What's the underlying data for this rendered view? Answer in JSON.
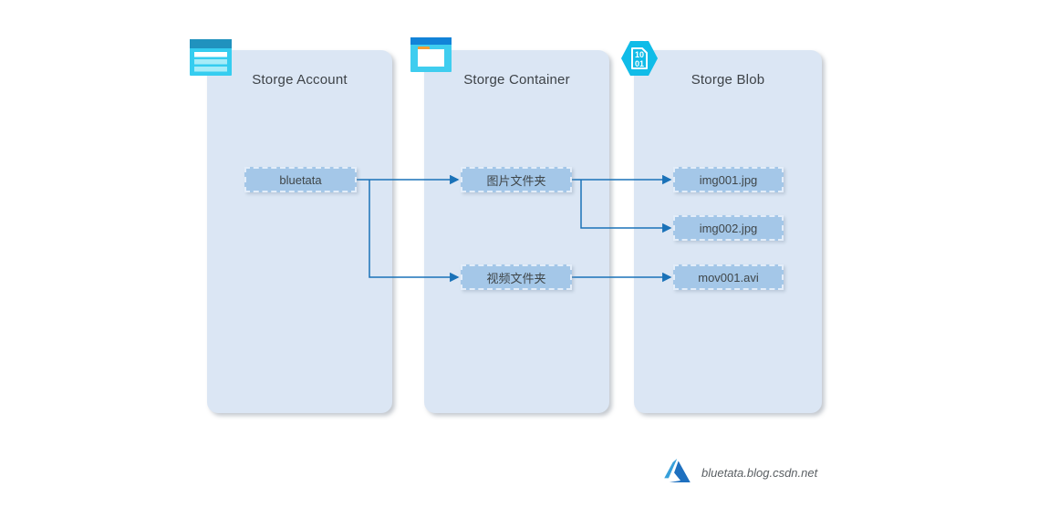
{
  "diagram": {
    "panels": [
      {
        "id": "storage-account",
        "title": "Storge Account",
        "icon": "storage-account-icon"
      },
      {
        "id": "storage-container",
        "title": "Storge Container",
        "icon": "container-folder-icon"
      },
      {
        "id": "storage-blob",
        "title": "Storge Blob",
        "icon": "blob-hexagon-icon"
      }
    ],
    "nodes": [
      {
        "id": "bluetata",
        "panel": "storage-account",
        "label": "bluetata"
      },
      {
        "id": "img-folder",
        "panel": "storage-container",
        "label": "图片文件夹"
      },
      {
        "id": "video-folder",
        "panel": "storage-container",
        "label": "视频文件夹"
      },
      {
        "id": "img001",
        "panel": "storage-blob",
        "label": "img001.jpg"
      },
      {
        "id": "img002",
        "panel": "storage-blob",
        "label": "img002.jpg"
      },
      {
        "id": "mov001",
        "panel": "storage-blob",
        "label": "mov001.avi"
      }
    ],
    "edges": [
      {
        "from": "bluetata",
        "to": "img-folder"
      },
      {
        "from": "bluetata",
        "to": "video-folder"
      },
      {
        "from": "img-folder",
        "to": "img001"
      },
      {
        "from": "img-folder",
        "to": "img002"
      },
      {
        "from": "video-folder",
        "to": "mov001"
      }
    ],
    "blob_icon_text": {
      "line1": "10",
      "line2": "01"
    },
    "colors": {
      "panel_fill": "#dbe6f4",
      "node_fill": "#a4c7e8",
      "node_border": "#e3edf9",
      "edge_stroke": "#1a72b8",
      "title_text": "#3d4247",
      "icon_cyan": "#35cdf0",
      "icon_teal_bar": "#2092be",
      "icon_blue_bar": "#1283d8",
      "icon_orange_tab": "#f49d32",
      "blob_hexagon": "#10bce8",
      "azure_logo_light": "#37a0da",
      "azure_logo_dark": "#1e70bf"
    },
    "watermark": {
      "text": "bluetata.blog.csdn.net"
    }
  }
}
